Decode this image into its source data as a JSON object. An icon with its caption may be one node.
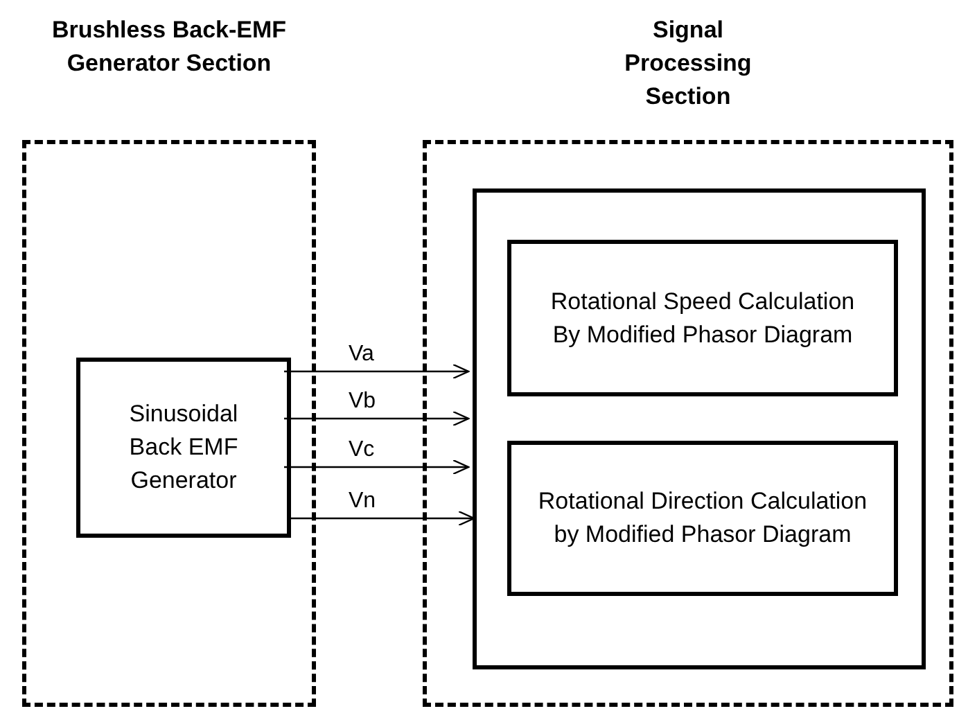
{
  "diagram": {
    "nodes": [
      {
        "text": [
          "Brushless Back-EMF Generator Section"
        ]
      },
      {
        "text": [
          "Sinusoidal Back EMF Generator"
        ],
        "in": 0
      },
      {
        "text": [
          "Signal Processing Section"
        ]
      },
      {
        "text": [],
        "shape": "box",
        "in": 2
      },
      {
        "text": [
          "Rotational Speed Calculation By Modified Phasor Diagram"
        ],
        "in": 3
      },
      {
        "text": [
          "Rotational Direction Calculation by Modified Phasor Diagram"
        ],
        "in": 3
      }
    ],
    "edges": [
      {
        "from": 1,
        "to": 3,
        "arrow": "to",
        "label": "Va"
      },
      {
        "from": 1,
        "to": 3,
        "arrow": "to",
        "label": "Vb"
      },
      {
        "from": 1,
        "to": 3,
        "arrow": "to",
        "label": "Vc"
      },
      {
        "from": 1,
        "to": 3,
        "arrow": "to",
        "label": "Vn"
      }
    ]
  }
}
